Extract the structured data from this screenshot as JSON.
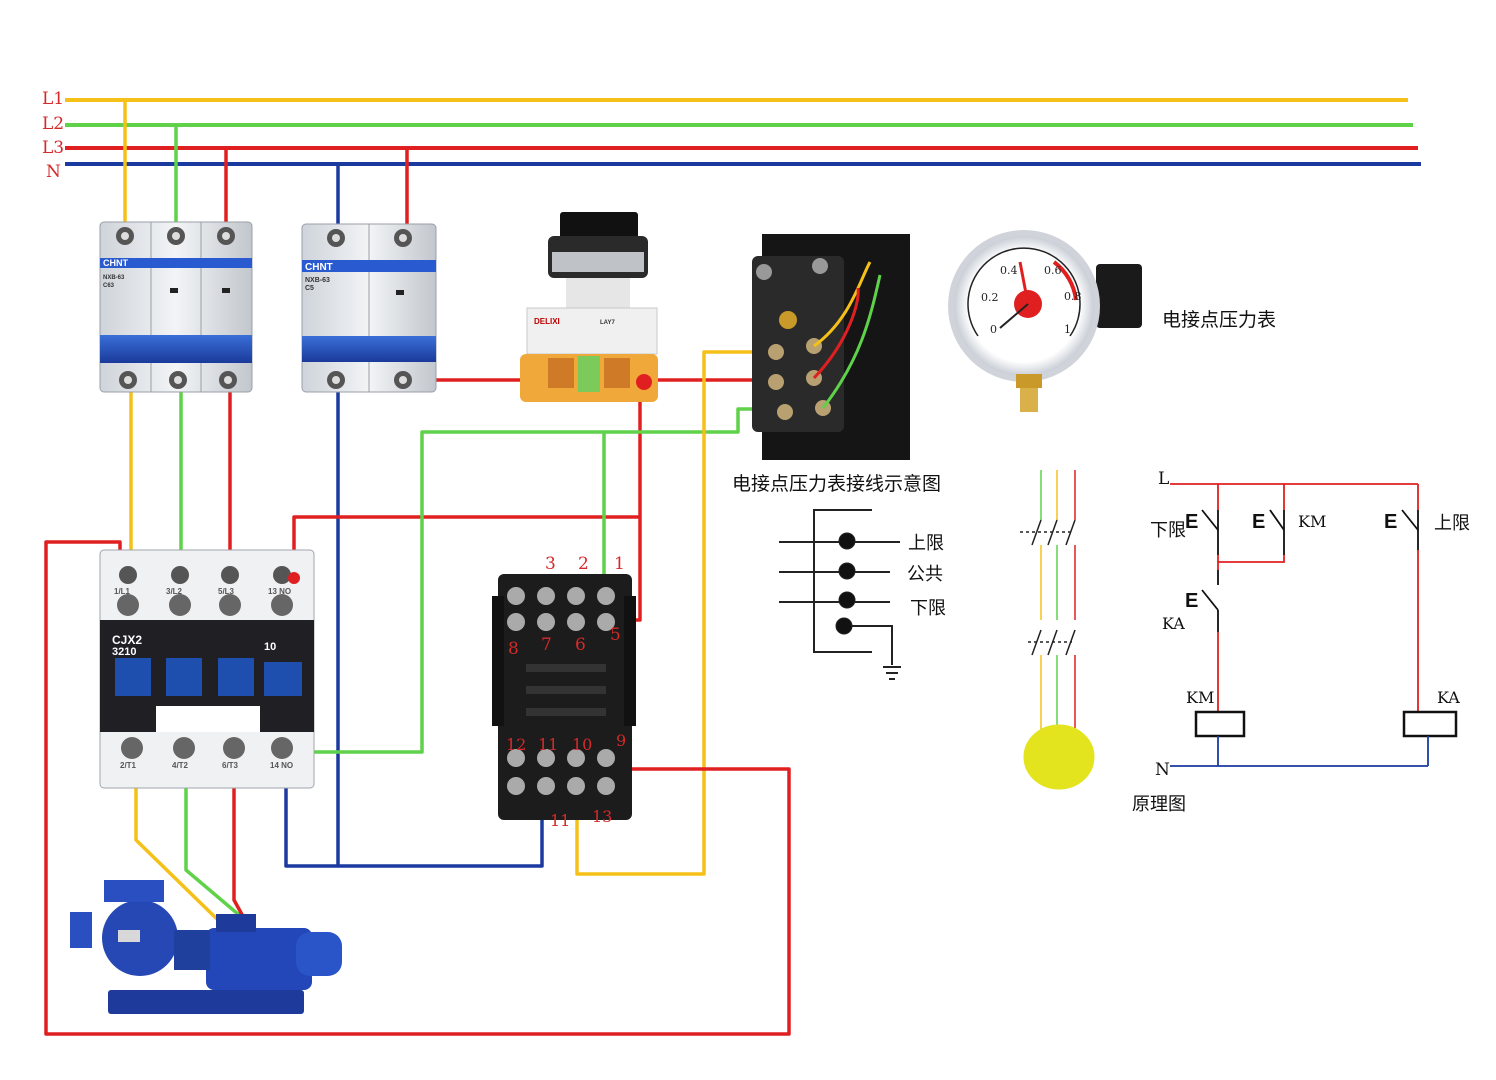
{
  "bus": {
    "l1": "L1",
    "l2": "L2",
    "l3": "L3",
    "n": "N"
  },
  "colors": {
    "l1": "#f5c018",
    "l2": "#5fd24a",
    "l3": "#e02020",
    "n": "#1a3aa0"
  },
  "breaker3p": {
    "brand": "CHNT",
    "model": "NXB-63",
    "rating": "C63"
  },
  "breaker2p": {
    "brand": "CHNT",
    "model": "NXB-63",
    "rating": "C5"
  },
  "selector_switch": {
    "brand": "DELIXI",
    "model": "LAY7"
  },
  "contactor": {
    "model_line1": "CJX2",
    "model_line2": "3210",
    "aux": "10",
    "top_terminals": [
      "1/L1",
      "3/L2",
      "5/L3",
      "13 NO"
    ],
    "bottom_terminals": [
      "2/T1",
      "4/T2",
      "6/T3",
      "14 NO"
    ]
  },
  "relay_base": {
    "top_numbers": [
      "3",
      "2",
      "1"
    ],
    "mid_left": [
      "8",
      "7",
      "6"
    ],
    "mid_right": "5",
    "bottom_numbers": [
      "12",
      "11",
      "10",
      "9"
    ],
    "under_numbers": [
      "11",
      "13"
    ]
  },
  "gauge": {
    "title": "电接点压力表",
    "scale": [
      "0",
      "0.2",
      "0.4",
      "0.6",
      "0.8",
      "1"
    ]
  },
  "wiring_caption": "电接点压力表接线示意图",
  "wiring_labels": {
    "upper": "上限",
    "common": "公共",
    "lower": "下限"
  },
  "schematic": {
    "caption": "原理图",
    "line_l": "L",
    "line_n": "N",
    "lower_limit": "下限",
    "upper_limit": "上限",
    "km_contact": "KM",
    "ka_contact": "KA",
    "km_coil": "KM",
    "ka_coil": "KA"
  }
}
